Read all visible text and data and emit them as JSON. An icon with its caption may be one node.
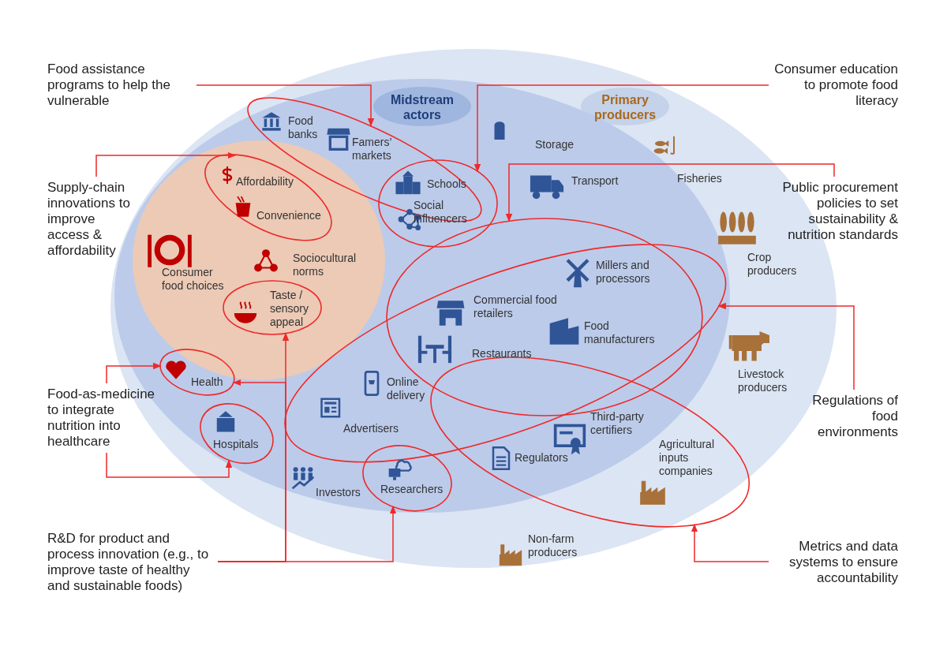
{
  "diagram": {
    "nodes": [
      {
        "text": [
          "Primary producers"
        ]
      },
      {
        "text": [
          "Midstream actors"
        ],
        "in": 0
      },
      {
        "text": [
          "Consumer food choices"
        ],
        "in": 1
      },
      {
        "text": [
          "Food banks",
          "Famers’ markets"
        ],
        "in": 1
      },
      {
        "text": [
          "Schools",
          "Social influencers"
        ],
        "in": 1
      },
      {
        "text": [
          "Affordability",
          "Convenience"
        ],
        "in": 2
      },
      {
        "text": [
          "Taste / sensory appeal"
        ],
        "in": 2
      },
      {
        "text": [
          "Health"
        ],
        "in": 1
      },
      {
        "text": [
          "Hospitals"
        ],
        "in": 1
      },
      {
        "text": [
          "Researchers"
        ],
        "in": 1
      },
      {
        "text": [
          "Millers and processors",
          "Commercial food retailers",
          "Restaurants",
          "Food manufacturers"
        ],
        "in": 1
      },
      {
        "text": [
          "Online delivery",
          "Advertisers"
        ],
        "in": 1
      },
      {
        "text": [
          "Third-party certifiers",
          "Regulators",
          "Agricultural inputs companies"
        ],
        "in": 0
      },
      {
        "text": [
          "Food assistance programs to help the vulnerable"
        ]
      },
      {
        "text": [
          "Consumer education to promote food literacy"
        ]
      },
      {
        "text": [
          "Supply-chain innovations to improve access & affordability"
        ]
      },
      {
        "text": [
          "Public procurement policies to set sustainability & nutrition standards"
        ]
      },
      {
        "text": [
          "Food-as-medicine to integrate nutrition into healthcare"
        ]
      },
      {
        "text": [
          "Regulations of food environments"
        ]
      },
      {
        "text": [
          "R&D for product and process innovation (e.g., to improve taste of healthy and sustainable foods)"
        ]
      },
      {
        "text": [
          "Metrics and data systems to ensure accountability"
        ]
      }
    ],
    "edges": [
      {
        "from": 13,
        "to": 3,
        "arrow": "to"
      },
      {
        "from": 14,
        "to": 4,
        "arrow": "to"
      },
      {
        "from": 15,
        "to": 5,
        "arrow": "to"
      },
      {
        "from": 16,
        "to": 10,
        "arrow": "to"
      },
      {
        "from": 17,
        "to": 7,
        "arrow": "to"
      },
      {
        "from": 17,
        "to": 8,
        "arrow": "to"
      },
      {
        "from": 18,
        "to": 11,
        "arrow": "to"
      },
      {
        "from": 19,
        "to": 6,
        "arrow": "to"
      },
      {
        "from": 19,
        "to": 7,
        "arrow": "to"
      },
      {
        "from": 19,
        "to": 9,
        "arrow": "to"
      },
      {
        "from": 20,
        "to": 12,
        "arrow": "to"
      }
    ],
    "labels": [
      "Storage",
      "Fisheries",
      "Transport",
      "Crop producers",
      "Sociocultural norms",
      "Livestock producers",
      "Investors",
      "Non-farm producers"
    ]
  }
}
